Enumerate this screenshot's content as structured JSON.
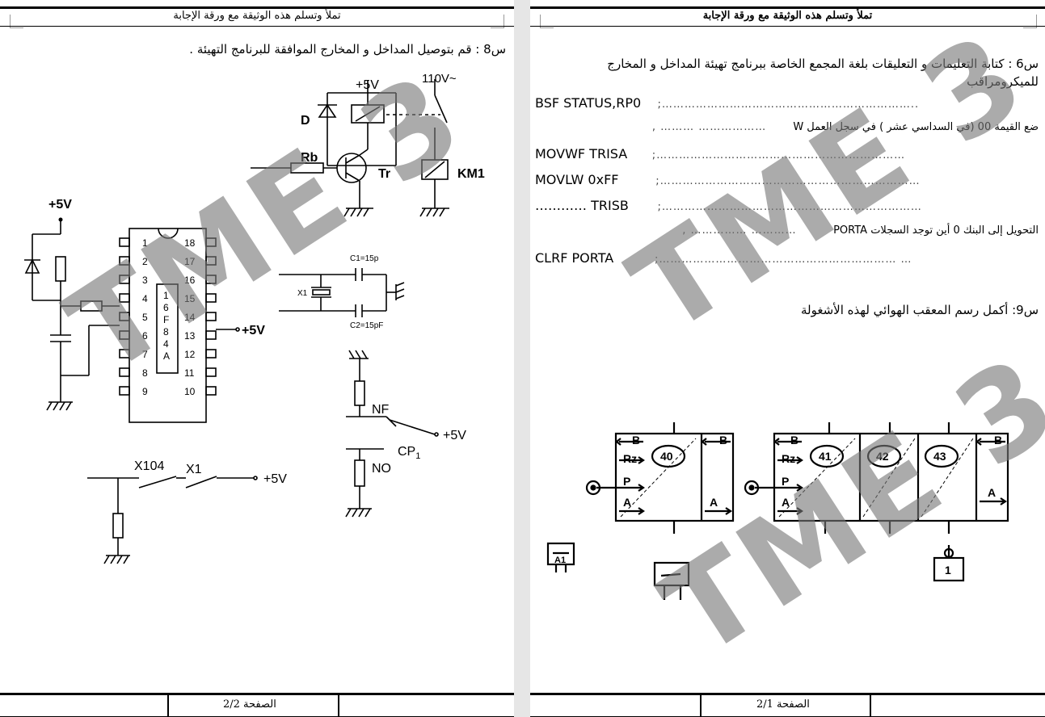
{
  "header_title": "تملأ وتسلم هذه الوثيقة مع ورقة الإجابة",
  "watermark": "TME 3",
  "left_page": {
    "question8": "س8 : قم بتوصيل المداخل و المخارج الموافقة للبرنامج التهيئة .",
    "circuit_labels": {
      "v5_top": "+5V",
      "v110": "110V~",
      "diode": "D",
      "rb": "Rb",
      "tr": "Tr",
      "km1": "KM1",
      "v5_left": "+5V",
      "v5_pin14": "+5V",
      "c1": "C1=15p",
      "c2": "C2=15pF",
      "x1_crystal": "X1",
      "nf": "NF",
      "no": "NO",
      "cp1": "CP",
      "cp1_sub": "1",
      "v5_cp": "+5V",
      "x104": "X104",
      "x1_contact": "X1",
      "v5_bottom": "+5V",
      "pins_left": [
        "1",
        "2",
        "3",
        "4",
        "5",
        "6",
        "7",
        "8",
        "9"
      ],
      "pins_right": [
        "18",
        "17",
        "16",
        "15",
        "14",
        "13",
        "12",
        "11",
        "10"
      ],
      "chip_text": [
        "1",
        "6",
        "F",
        "8",
        "4",
        "A"
      ]
    },
    "footer_page": "الصفحة 2/2"
  },
  "right_page": {
    "question6": "س6 : كتابة التعليمات و التعليقات بلغة المجمع الخاصة ببرنامج تهيئة المداخل و المخارج",
    "question6_cont": "للميكرومراقب",
    "code_lines": [
      {
        "code": "BSF   STATUS,RP0",
        "comment": ";………………………………………………………….."
      },
      {
        "code": "MOVWF  TRISA",
        "comment": ";…………………………………………………………"
      },
      {
        "code": "MOVLW   0xFF",
        "comment": ";……………………………………………………………"
      },
      {
        "code": "…………  TRISB",
        "comment": ";……………………………………………………………"
      },
      {
        "code": "CLRF  PORTA",
        "comment": ";……………………………………………………… …"
      }
    ],
    "rtl_line_1": "ضع القيمة 00 (في السداسي عشر ) في سجل العمل W",
    "rtl_line_1_dots": "………………  ………  ,",
    "rtl_line_2": "التحويل إلى البنك 0 أين توجد السجلات PORTA",
    "rtl_line_2_dots": "…………  ……………  ,",
    "question9": "س9: أكمل  رسم المعقب الهوائي لهذه الأشغولة",
    "grafcet_labels": {
      "step40": "40",
      "step41": "41",
      "step42": "42",
      "step43": "43",
      "b": "B",
      "rz": "Rz",
      "p": "P",
      "a": "A",
      "box1": "1",
      "box_ai": "A1"
    },
    "footer_page": "الصفحة 2/1"
  }
}
